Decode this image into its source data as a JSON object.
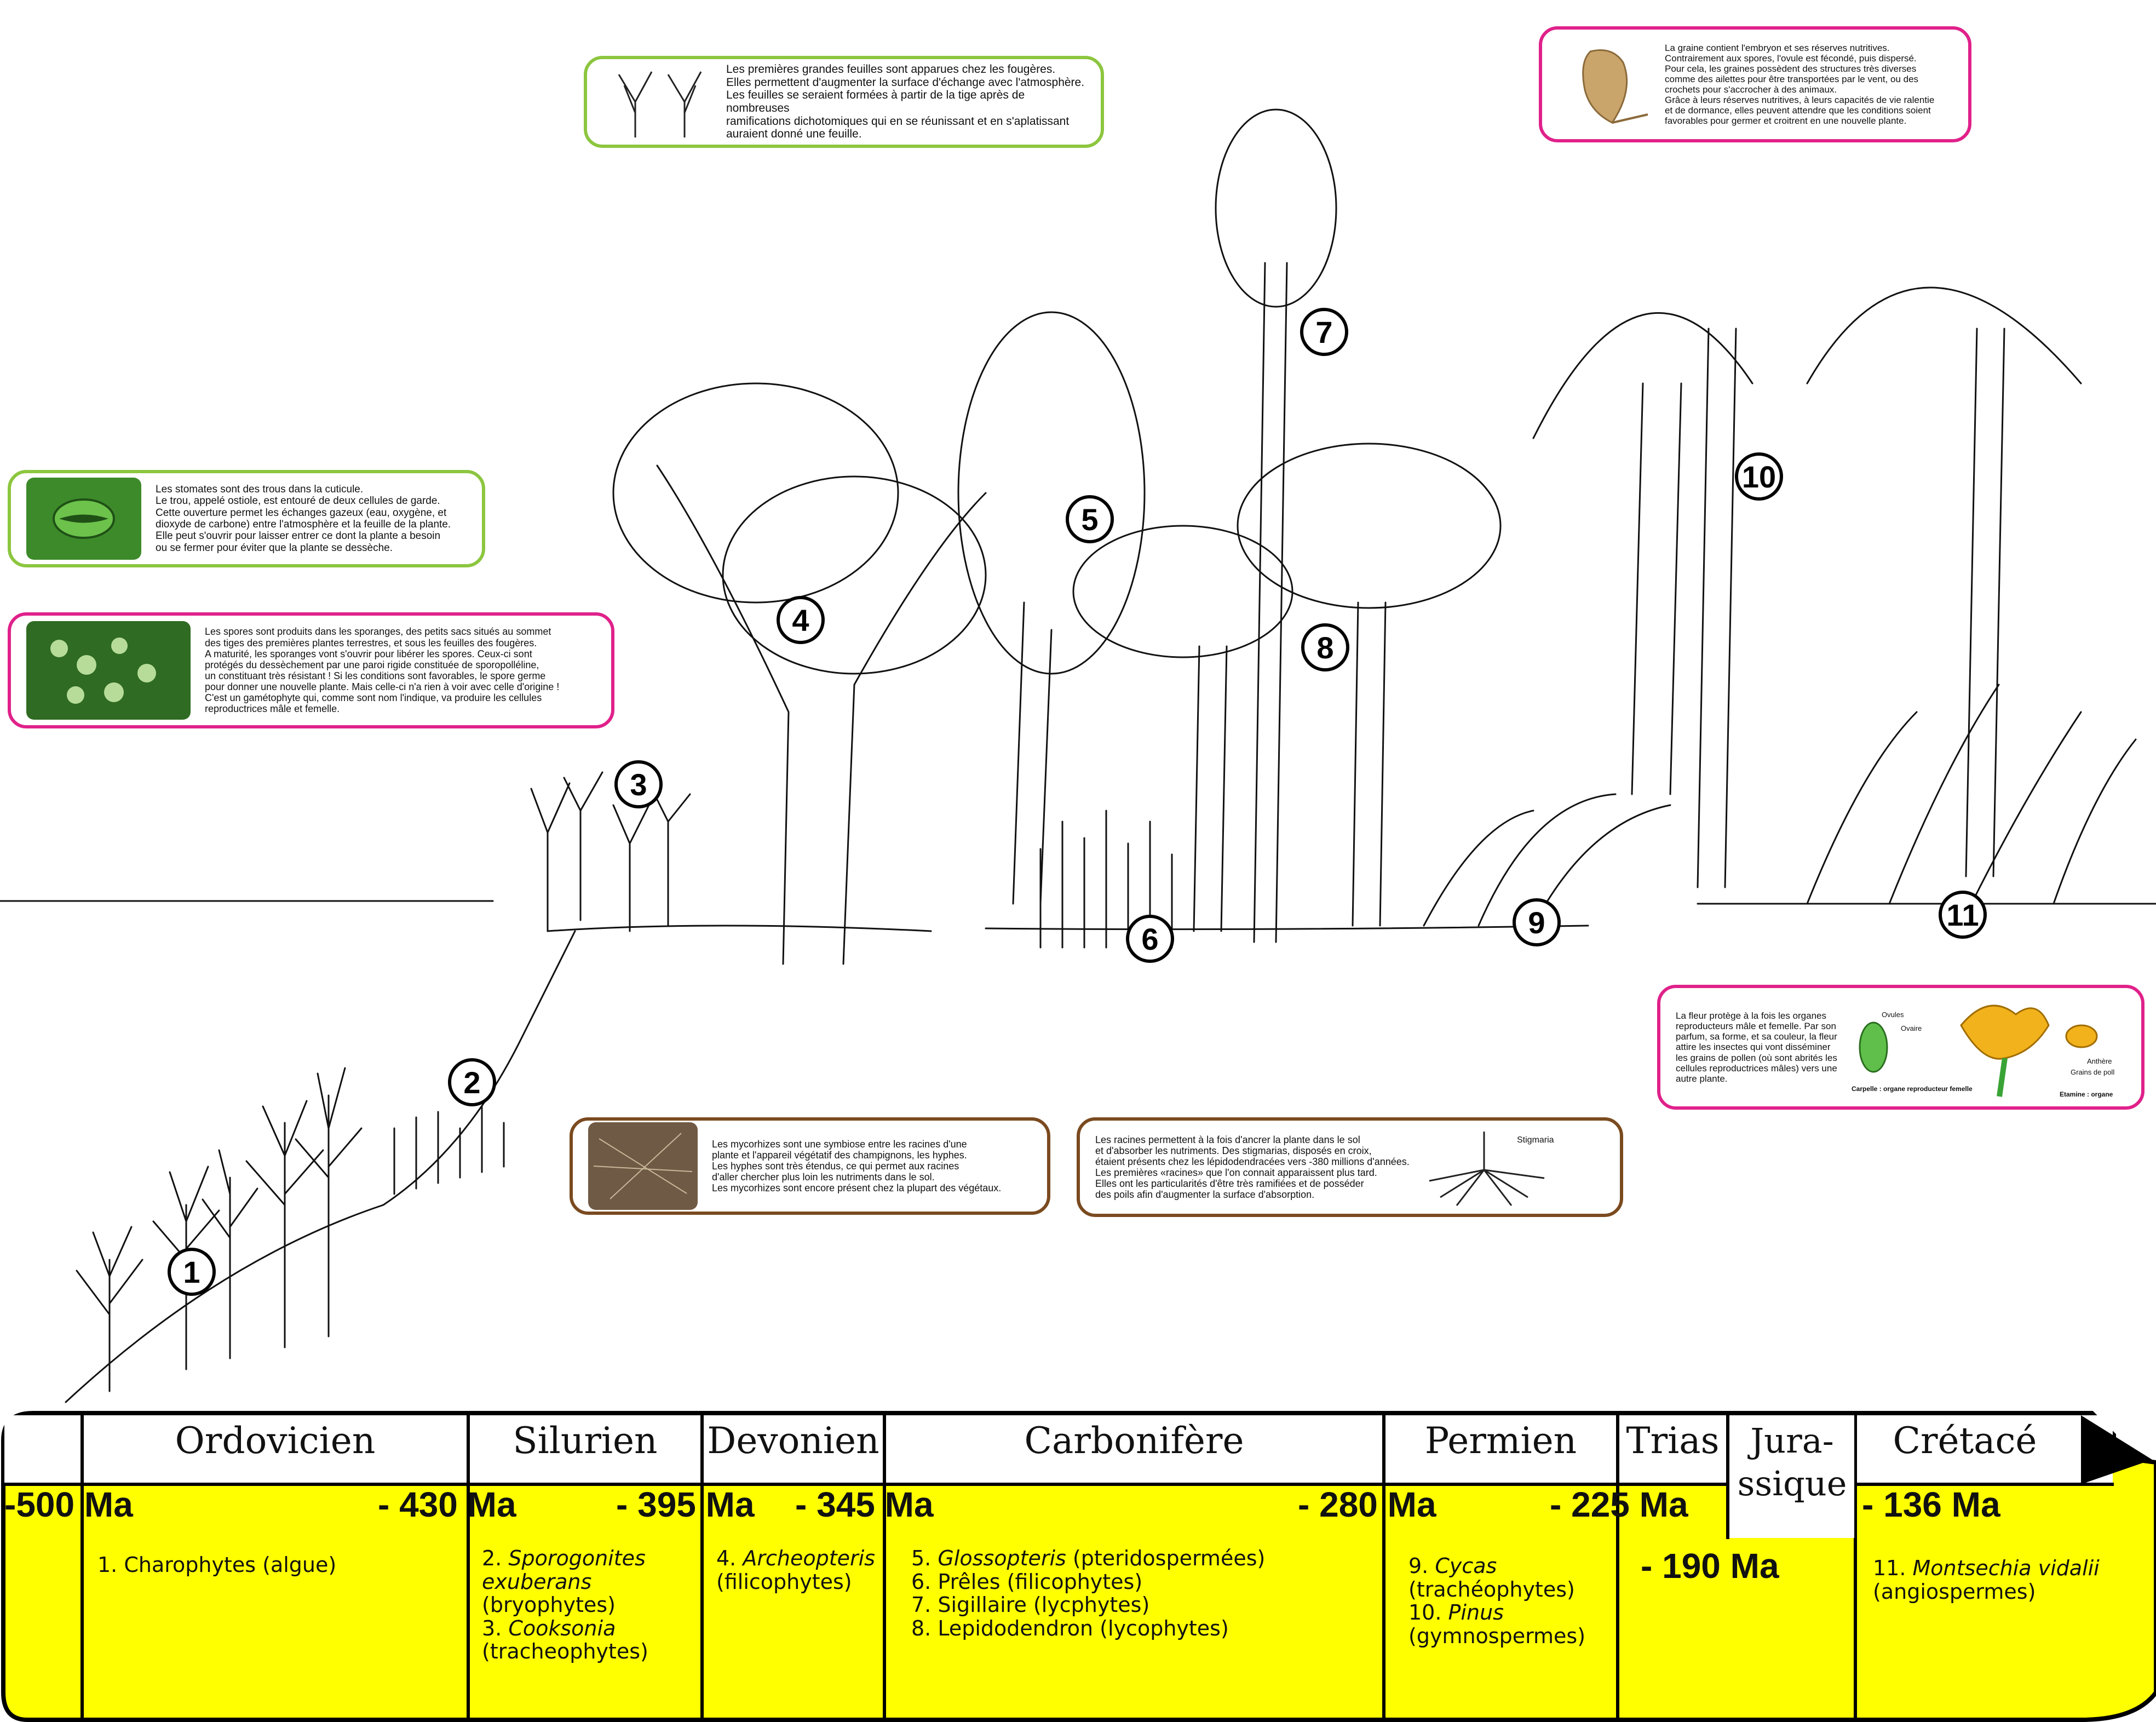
{
  "numbers": [
    "1",
    "2",
    "3",
    "4",
    "5",
    "6",
    "7",
    "8",
    "9",
    "10",
    "11"
  ],
  "boxes": {
    "feuilles": "Les premières grandes feuilles sont apparues chez les fougères.\nElles permettent d'augmenter la surface d'échange avec l'atmosphère.\nLes feuilles se seraient formées à partir de la tige après de nombreuses\nramifications dichotomiques qui en se réunissant et en s'aplatissant\nauraient donné une feuille.",
    "graine": "La graine contient l'embryon et ses réserves nutritives.\nContrairement aux spores, l'ovule est fécondé, puis dispersé.\nPour cela, les graines possèdent des structures très diverses\ncomme des ailettes pour être transportées par le vent, ou des\ncrochets pour s'accrocher à des animaux.\nGrâce à leurs réserves nutritives, à leurs capacités de vie ralentie\net de dormance, elles peuvent attendre que les conditions soient\nfavorables pour germer et croitrent en une nouvelle plante.",
    "stomates": "Les stomates sont des trous dans la cuticule.\nLe trou, appelé ostiole, est entouré de deux cellules de garde.\nCette ouverture permet les échanges gazeux (eau, oxygène, et\ndioxyde de carbone) entre l'atmosphère et la feuille de la plante.\nElle peut s'ouvrir pour laisser entrer ce dont la plante a besoin\nou se fermer pour éviter que la plante se dessèche.",
    "spores": "Les spores sont produits dans les sporanges, des petits sacs situés au sommet\ndes tiges des premières plantes terrestres, et sous les feuilles des fougères.\nA maturité, les sporanges vont s'ouvrir pour libérer les spores. Ceux-ci sont\nprotégés du dessèchement par une paroi rigide constituée de sporopolléline,\nun constituant très résistant ! Si les conditions sont favorables, le spore germe\npour donner une nouvelle plante. Mais celle-ci n'a rien à voir avec celle d'origine !\nC'est un gamétophyte qui, comme sont nom l'indique, va produire les cellules\nreproductrices mâle et femelle.",
    "fleur": "La fleur protège à la fois les organes\nreproducteurs mâle et femelle. Par son\nparfum, sa forme, et sa couleur, la fleur\nattire les insectes qui vont disséminer\nles grains de pollen (où sont abrités les\ncellules reproductrices mâles) vers une\nautre plante.",
    "mycorhizes": "Les mycorhizes sont une symbiose entre les racines d'une\nplante et l'appareil végétatif des champignons, les hyphes.\nLes hyphes sont très étendus, ce qui permet aux racines\nd'aller chercher plus loin les nutriments dans le sol.\nLes mycorhizes sont encore présent chez la plupart des végétaux.",
    "racines": "Les racines permettent à la fois d'ancrer la plante dans le sol\net d'absorber les nutriments. Des stigmarias, disposés en croix,\nétaient présents chez les lépidodendracées vers -380 millions d'années.\nLes premières «racines» que l'on connait apparaissent plus tard.\nElles ont les particularités d'être très ramifiées et de posséder\ndes poils afin d'augmenter la surface d'absorption."
  },
  "flower_labels": {
    "ovules": "Ovules",
    "ovaire": "Ovaire",
    "anthere": "Anthère",
    "pollen": "Grains de pollen",
    "carpelle": "Carpelle : organe\nreproducteur femelle",
    "etamine": "Etamine : organe\nreproducteur mâle"
  },
  "stigmaria_label": "Stigmaria",
  "timeline": {
    "periods": [
      "Ordovicien",
      "Silurien",
      "Devonien",
      "Carbonifère",
      "Permien",
      "Trias",
      "Jura-\nssique",
      "Crétacé"
    ],
    "dates": [
      "-500 Ma",
      "- 430 Ma",
      "- 395 Ma",
      "- 345 Ma",
      "- 280 Ma",
      "- 225 Ma",
      "- 190 Ma",
      "- 136 Ma"
    ],
    "taxa": {
      "ordovicien": [
        "1. Charophytes (algue)"
      ],
      "silurien": [
        {
          "n": "2. ",
          "i": "Sporogonites exuberans",
          "r": " (bryophytes)"
        },
        {
          "n": "3. ",
          "i": "Cooksonia",
          "r": " (tracheophytes)"
        }
      ],
      "devonien": [
        {
          "n": "4. ",
          "i": "Archeopteris",
          "r": " (filicophytes)"
        }
      ],
      "carbonifere": [
        {
          "n": "5. ",
          "i": "Glossopteris",
          "r": " (pteridospermées)"
        },
        {
          "n": "6. ",
          "i": "",
          "r": "Prêles (filicophytes)"
        },
        {
          "n": "7. ",
          "i": "",
          "r": "Sigillaire (lycphytes)"
        },
        {
          "n": "8. ",
          "i": "",
          "r": "Lepidodendron (lycophytes)"
        }
      ],
      "permien": [
        {
          "n": "9. ",
          "i": "Cycas",
          "r": " (trachéophytes)"
        },
        {
          "n": "10. ",
          "i": "Pinus",
          "r": " (gymnospermes)"
        }
      ],
      "cretace": [
        {
          "n": "11. ",
          "i": "Montsechia vidalii",
          "r": " (angiospermes)"
        }
      ]
    },
    "colors": {
      "fill": "#ffff00",
      "border": "#000000"
    }
  }
}
